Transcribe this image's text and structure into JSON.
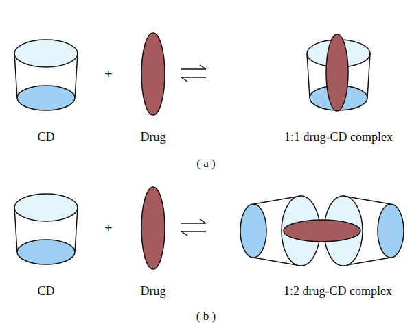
{
  "diagram": {
    "labels": [
      "CD",
      "+",
      "Drug",
      "1:1 drug-CD complex",
      "( a )",
      "CD",
      "+",
      "Drug",
      "1:2 drug-CD complex",
      "( b )"
    ]
  }
}
